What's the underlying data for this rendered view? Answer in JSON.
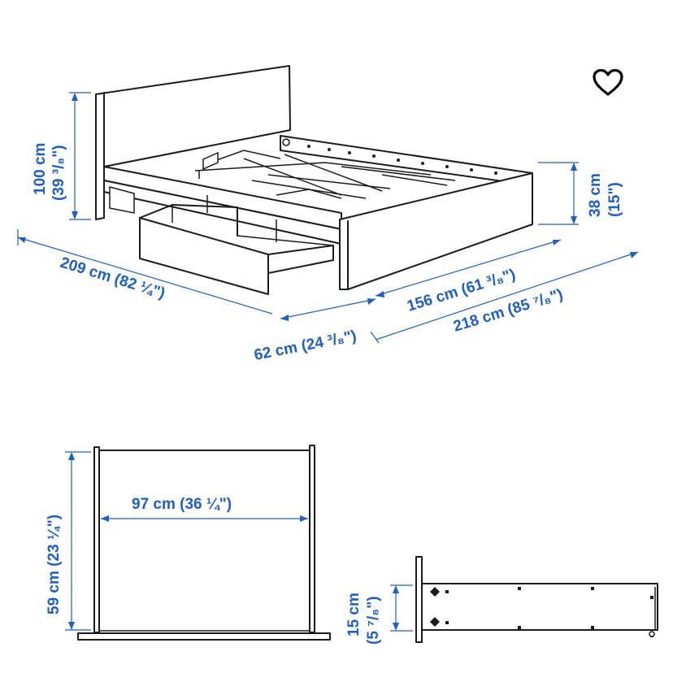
{
  "favorite": {
    "icon": "heart-outline-icon",
    "color": "#000000"
  },
  "colors": {
    "dimension": "#1f5fbf",
    "drawing": "#1b1b1b"
  },
  "dimensions": {
    "headboard_height": {
      "metric": "100 cm",
      "imperial": "(39 ³/₈\")"
    },
    "side_height": {
      "metric": "38 cm",
      "imperial": "(15\")"
    },
    "bed_length": "209 cm (82 ¼\")",
    "bed_width_inner": "156 cm (61 ³/₈\")",
    "drawer_extension": "62 cm (24 ³/₈\")",
    "bed_width_outer": "218 cm (85 ⁷/₈\")",
    "drawer_width": "97 cm (36 ¼\")",
    "drawer_depth": "59 cm (23 ¼\")",
    "drawer_height": {
      "metric": "15 cm",
      "imperial": "(5 ⁷/₈\")"
    }
  }
}
